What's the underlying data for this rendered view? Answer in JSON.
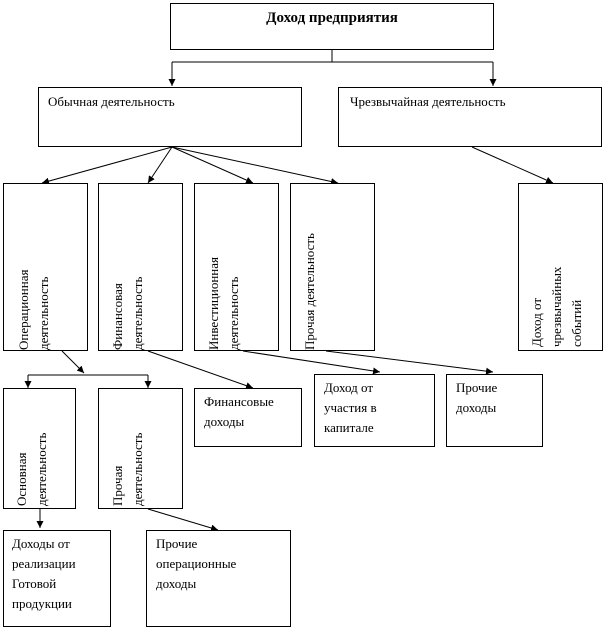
{
  "title": "Доход предприятия",
  "ordinary": "Обычная деятельность",
  "extraordinary": "Чрезвычайная деятельность",
  "operational": "Операционная\nдеятельность",
  "financial": "Финансовая\nдеятельность",
  "investment": "Инвестиционная\nдеятельность",
  "other_activity": "Прочая деятельность",
  "extraordinary_income": "Доход от\nчрезвычайных\nсобытий",
  "main_activity": "Основная\nдеятельность",
  "other_activity_2": "Прочая\nдеятельность",
  "financial_income": "Финансовые\nдоходы",
  "capital_income": "Доход от\nучастия в\nкапитале",
  "other_income": "Прочие\nдоходы",
  "sales_income": "Доходы от\nреализации\nГотовой\nпродукции",
  "other_operational_income": "Прочие\nоперационные\nдоходы"
}
